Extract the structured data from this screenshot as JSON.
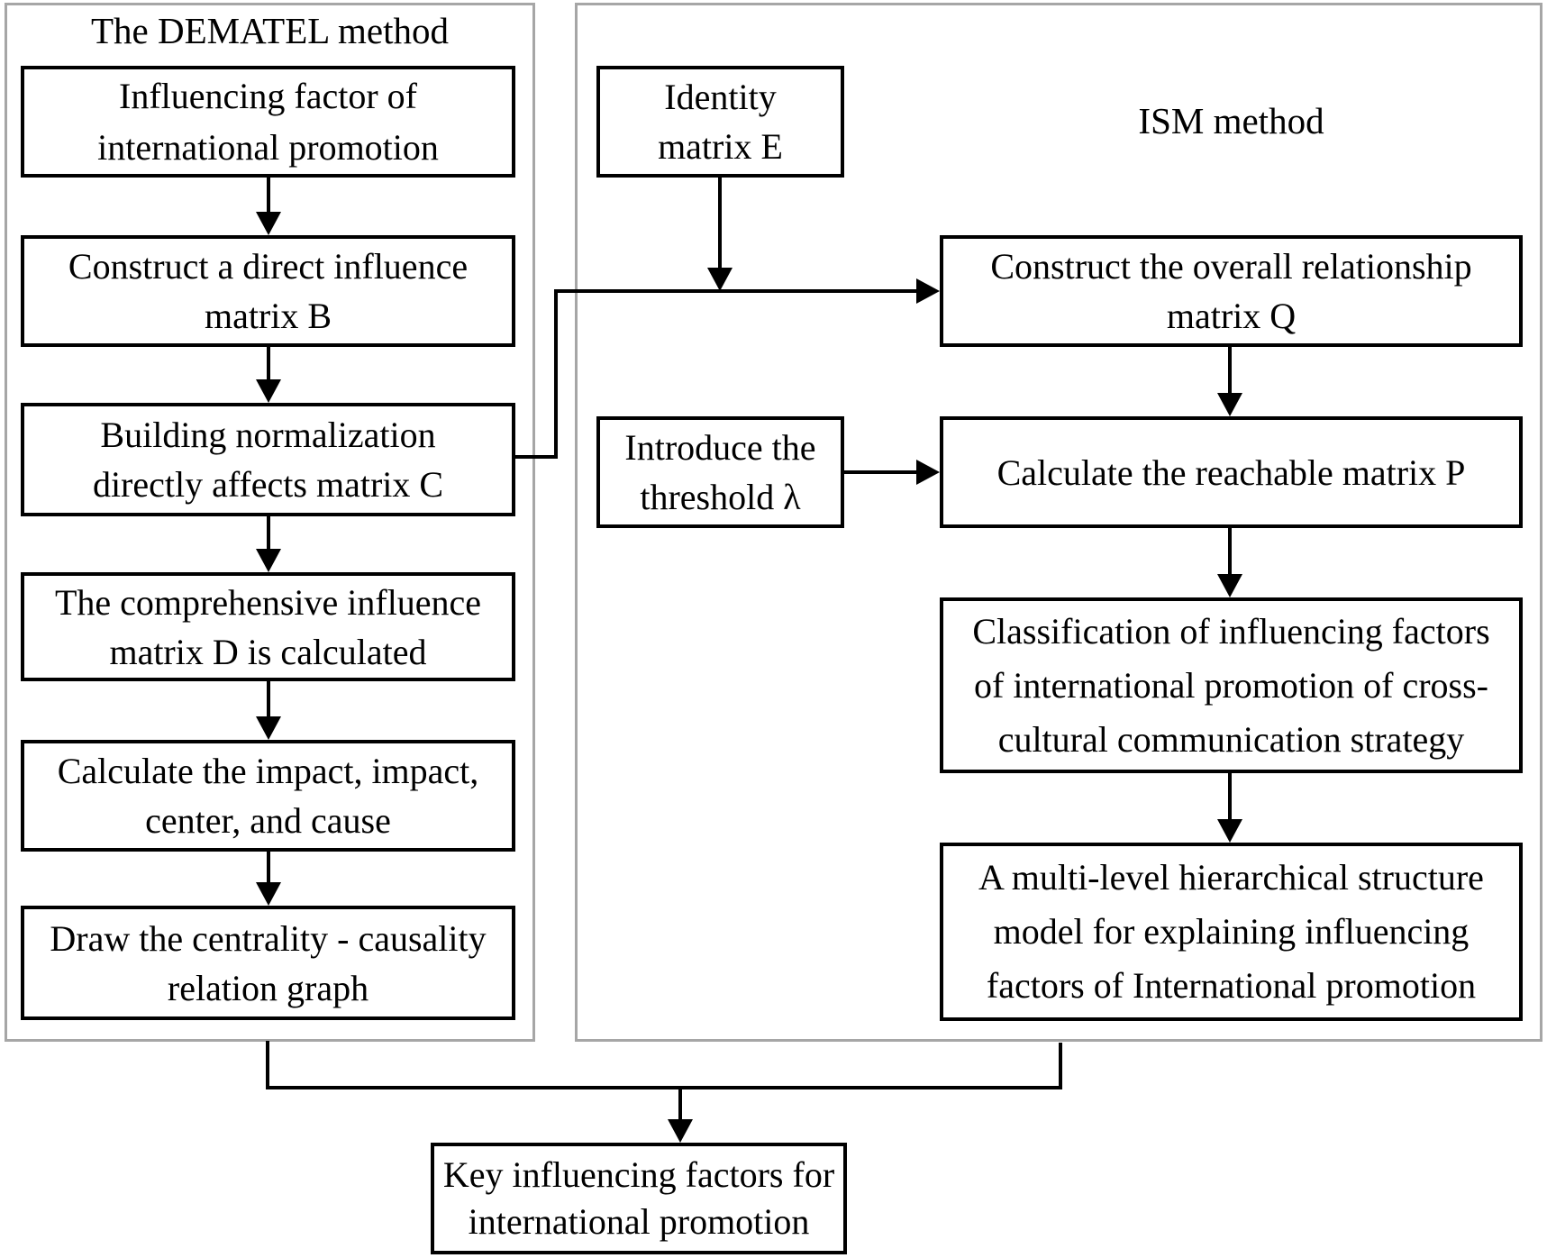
{
  "dematel": {
    "title": "The DEMATEL method",
    "box1": {
      "line1": "Influencing factor of",
      "line2": "international promotion"
    },
    "box2": {
      "line1": "Construct a direct influence",
      "line2": "matrix B"
    },
    "box3": {
      "line1": "Building normalization",
      "line2": "directly affects matrix C"
    },
    "box4": {
      "line1": "The comprehensive influence",
      "line2": "matrix D is calculated"
    },
    "box5": {
      "line1": "Calculate the impact, impact,",
      "line2": "center, and cause"
    },
    "box6": {
      "line1": "Draw the centrality - causality",
      "line2": "relation graph"
    }
  },
  "ism": {
    "title": "ISM method",
    "identity": {
      "line1": "Identity",
      "line2": "matrix E"
    },
    "threshold": {
      "line1": "Introduce the",
      "line2": "threshold λ"
    },
    "matrix_q": {
      "line1": "Construct the overall relationship",
      "line2": "matrix Q"
    },
    "matrix_p": {
      "line1": "Calculate the reachable matrix P"
    },
    "classification": {
      "line1": "Classification of influencing factors",
      "line2": "of international promotion of cross-",
      "line3": "cultural communication strategy"
    },
    "multilevel": {
      "line1": "A multi-level hierarchical structure",
      "line2": "model for explaining influencing",
      "line3": "factors of International promotion"
    }
  },
  "output": {
    "line1": "Key influencing factors for",
    "line2": "international promotion"
  },
  "colors": {
    "line": "#000000",
    "container_border": "#a6a6a6",
    "background": "#ffffff"
  }
}
